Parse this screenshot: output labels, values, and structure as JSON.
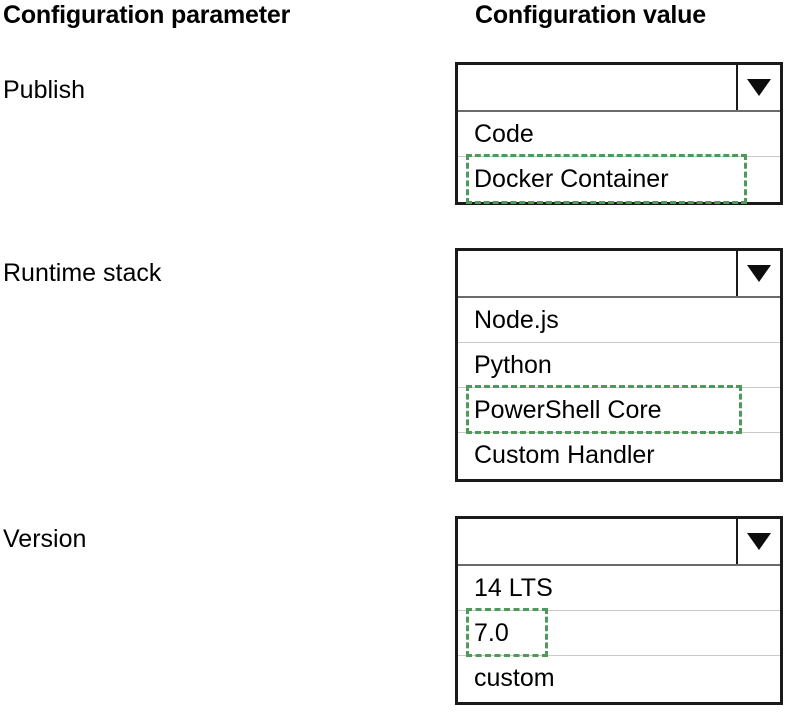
{
  "headers": {
    "parameter": "Configuration parameter",
    "value": "Configuration value"
  },
  "accent_green": "#4f9a5b",
  "rows": [
    {
      "label": "Publish",
      "selected_value": "",
      "options": [
        "Code",
        "Docker Container"
      ],
      "highlighted": "Docker Container"
    },
    {
      "label": "Runtime stack",
      "selected_value": "",
      "options": [
        "Node.js",
        "Python",
        "PowerShell Core",
        "Custom Handler"
      ],
      "highlighted": "PowerShell Core"
    },
    {
      "label": "Version",
      "selected_value": "",
      "options": [
        "14 LTS",
        "7.0",
        "custom"
      ],
      "highlighted": "7.0"
    }
  ],
  "icons": {
    "dropdown_arrow": "chevron-down-icon"
  }
}
